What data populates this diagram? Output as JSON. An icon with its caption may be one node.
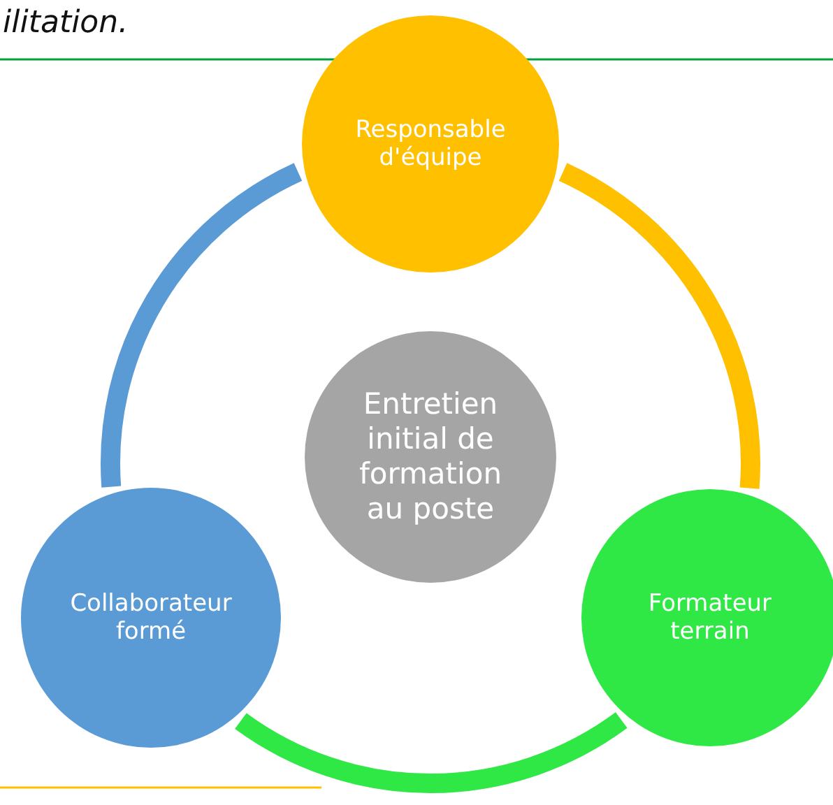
{
  "diagram": {
    "nodes": [
      {
        "text": [
          "Responsable d'équipe"
        ]
      },
      {
        "text": [
          "Entretien initial de formation au poste"
        ]
      },
      {
        "text": [
          "Collaborateur formé"
        ]
      },
      {
        "text": [
          "Formateur terrain"
        ]
      }
    ],
    "edges": [
      {
        "from": 0,
        "to": 3,
        "arrow": "none",
        "color": "#ffc000"
      },
      {
        "from": 3,
        "to": 2,
        "arrow": "none",
        "color": "#2fe845"
      },
      {
        "from": 2,
        "to": 0,
        "arrow": "none",
        "color": "#5b9bd5"
      }
    ],
    "labels": [
      "ilitation."
    ]
  }
}
